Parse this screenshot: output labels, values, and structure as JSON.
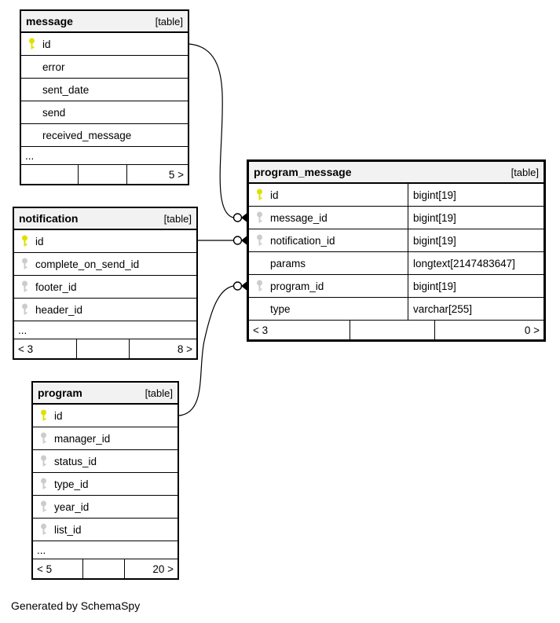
{
  "footer_note": "Generated by SchemaSpy",
  "key_colors": {
    "primary": "#e0e000",
    "foreign": "#cccccc"
  },
  "tables": [
    {
      "id": "message",
      "title": "message",
      "badge": "[table]",
      "emphasized": false,
      "columns": [
        {
          "name": "id",
          "key": "primary"
        },
        {
          "name": "error"
        },
        {
          "name": "sent_date"
        },
        {
          "name": "send"
        },
        {
          "name": "received_message"
        }
      ],
      "ellipsis": "...",
      "footer": [
        "",
        "",
        "5 >"
      ]
    },
    {
      "id": "notification",
      "title": "notification",
      "badge": "[table]",
      "emphasized": false,
      "columns": [
        {
          "name": "id",
          "key": "primary"
        },
        {
          "name": "complete_on_send_id",
          "key": "foreign"
        },
        {
          "name": "footer_id",
          "key": "foreign"
        },
        {
          "name": "header_id",
          "key": "foreign"
        }
      ],
      "ellipsis": "...",
      "footer": [
        "< 3",
        "",
        "8 >"
      ]
    },
    {
      "id": "program_message",
      "title": "program_message",
      "badge": "[table]",
      "emphasized": true,
      "columns": [
        {
          "name": "id",
          "key": "primary",
          "type": "bigint[19]"
        },
        {
          "name": "message_id",
          "key": "foreign",
          "type": "bigint[19]"
        },
        {
          "name": "notification_id",
          "key": "foreign",
          "type": "bigint[19]"
        },
        {
          "name": "params",
          "type": "longtext[2147483647]"
        },
        {
          "name": "program_id",
          "key": "foreign",
          "type": "bigint[19]"
        },
        {
          "name": "type",
          "type": "varchar[255]"
        }
      ],
      "ellipsis": null,
      "footer": [
        "< 3",
        "",
        "0 >"
      ]
    },
    {
      "id": "program",
      "title": "program",
      "badge": "[table]",
      "emphasized": false,
      "columns": [
        {
          "name": "id",
          "key": "primary"
        },
        {
          "name": "manager_id",
          "key": "foreign"
        },
        {
          "name": "status_id",
          "key": "foreign"
        },
        {
          "name": "type_id",
          "key": "foreign"
        },
        {
          "name": "year_id",
          "key": "foreign"
        },
        {
          "name": "list_id",
          "key": "foreign"
        }
      ],
      "ellipsis": "...",
      "footer": [
        "< 5",
        "",
        "20 >"
      ]
    }
  ],
  "relationships": [
    {
      "from": "message.id",
      "to": "program_message.message_id"
    },
    {
      "from": "notification.id",
      "to": "program_message.notification_id"
    },
    {
      "from": "program.id",
      "to": "program_message.program_id"
    }
  ]
}
